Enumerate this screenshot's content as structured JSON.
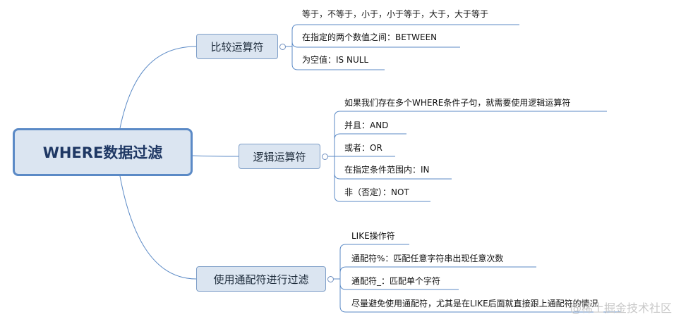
{
  "root": {
    "label": "WHERE数据过滤"
  },
  "branches": [
    {
      "label": "比较运算符",
      "items": [
        "等于，不等于，小于，小于等于，大于，大于等于",
        "在指定的两个数值之间：BETWEEN",
        "为空值：IS NULL"
      ]
    },
    {
      "label": "逻辑运算符",
      "items": [
        "如果我们存在多个WHERE条件子句，就需要使用逻辑运算符",
        "并且：AND",
        "或者：OR",
        "在指定条件范围内：IN",
        "非（否定）：NOT"
      ]
    },
    {
      "label": "使用通配符进行过滤",
      "items": [
        "LIKE操作符",
        "通配符%：匹配任意字符串出现任意次数",
        "通配符_：匹配单个字符",
        "尽量避免使用通配符，尤其是在LIKE后面就直接跟上通配符的情况"
      ]
    }
  ],
  "watermark": "@稀土掘金技术社区",
  "colors": {
    "line": "#5b8ac6",
    "node_fill": "#dbe5f1",
    "root_border": "#5b8ac6"
  }
}
